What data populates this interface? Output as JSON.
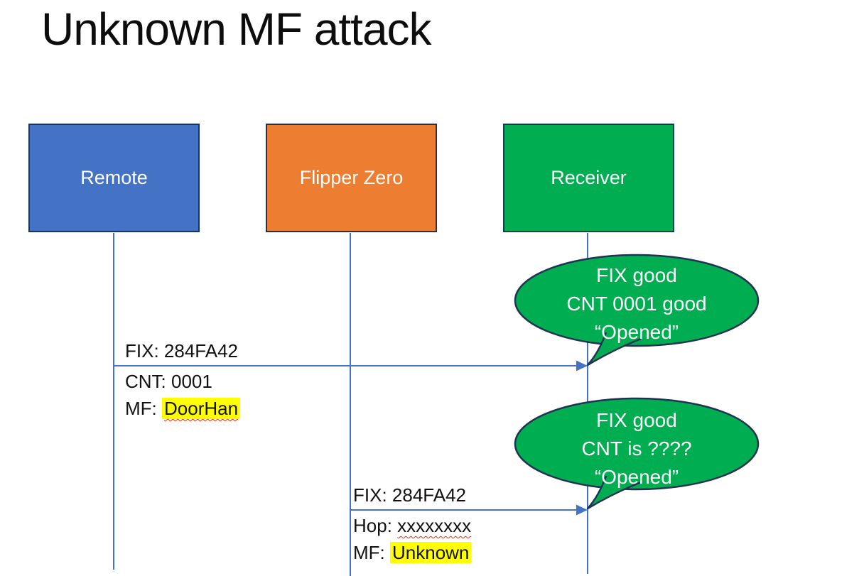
{
  "title": "Unknown MF attack",
  "actors": {
    "remote": {
      "label": "Remote"
    },
    "flipper": {
      "label": "Flipper Zero"
    },
    "receiver": {
      "label": "Receiver"
    }
  },
  "message1": {
    "line1": "FIX: 284FA42",
    "line2": "CNT: 0001",
    "line3_prefix": "MF: ",
    "line3_value": "DoorHan"
  },
  "message2": {
    "line1": "FIX: 284FA42",
    "line2_prefix": "Hop: ",
    "line2_value": "xxxxxxxx",
    "line3_prefix": "MF: ",
    "line3_value": "Unknown"
  },
  "callout1": {
    "line1": "FIX good",
    "line2": "CNT 0001 good",
    "line3": "“Opened”"
  },
  "callout2": {
    "line1": "FIX good",
    "line2": "CNT is ????",
    "line3": "“Opened”"
  },
  "colors": {
    "remote_fill": "#4472C4",
    "flipper_fill": "#ED7D31",
    "receiver_fill": "#00AD50",
    "bubble_fill": "#00AD50",
    "shape_border": "#1F3352",
    "lifeline": "#4472C4",
    "arrow": "#4472C4",
    "highlight": "#FFFF00",
    "squiggle": "#FF2A00",
    "text_dark": "#111111",
    "text_light": "#FFFFFF"
  }
}
